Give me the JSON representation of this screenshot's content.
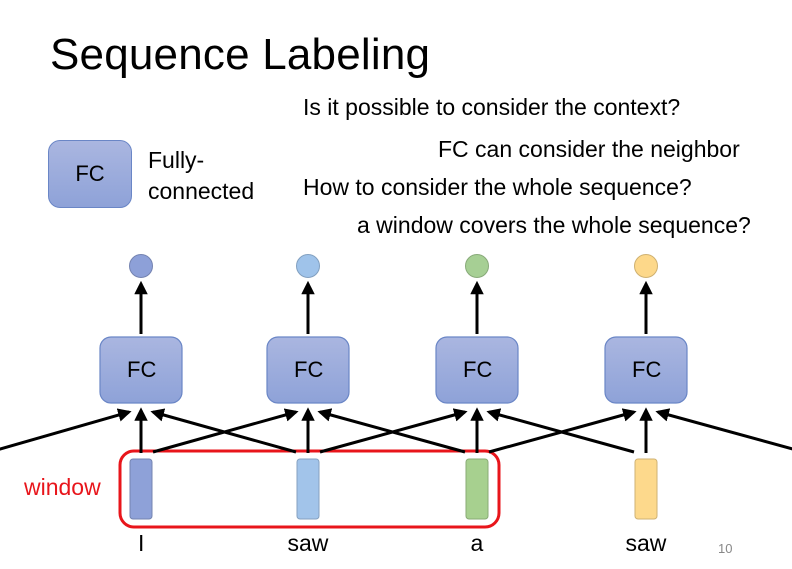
{
  "slide": {
    "title": "Sequence Labeling",
    "page_number": "10",
    "questions": [
      "Is it possible to consider the context?",
      "FC can consider the neighbor",
      "How to consider the whole sequence?",
      "a window covers the whole sequence?"
    ],
    "legend": {
      "box_label": "FC",
      "description": "Fully-connected"
    },
    "window_label": "window",
    "colors": {
      "fc_fill": "#9aabdc",
      "window_border": "#e8151b",
      "arrow": "#000000"
    },
    "columns": [
      {
        "word": "I",
        "fc_label": "FC",
        "output_color": "#8da0d8",
        "input_color": "#8ea1d8"
      },
      {
        "word": "saw",
        "fc_label": "FC",
        "output_color": "#9fc3ea",
        "input_color": "#a2c4ea"
      },
      {
        "word": "a",
        "fc_label": "FC",
        "output_color": "#a6cf94",
        "input_color": "#a7d08f"
      },
      {
        "word": "saw",
        "fc_label": "FC",
        "output_color": "#fdd88a",
        "input_color": "#fdd98c"
      }
    ]
  }
}
